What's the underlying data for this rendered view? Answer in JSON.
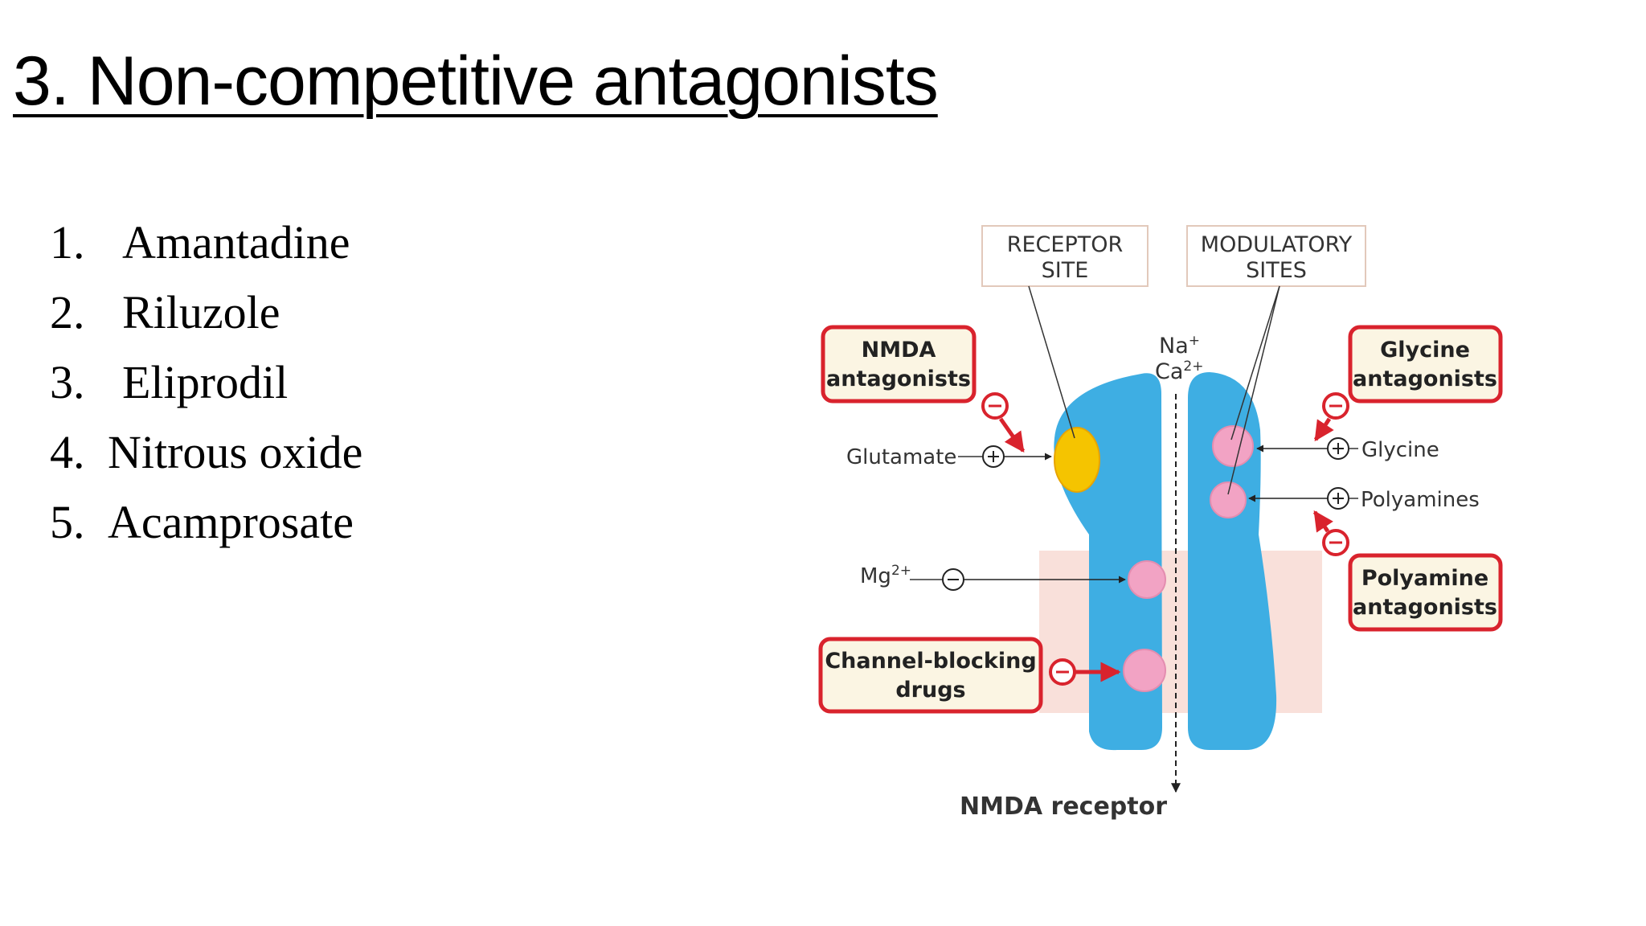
{
  "slide": {
    "title": "3. Non-competitive antagonists"
  },
  "drugs": [
    {
      "number": "1.",
      "name": "Amantadine"
    },
    {
      "number": "2.",
      "name": "Riluzole"
    },
    {
      "number": "3.",
      "name": "Eliprodil"
    },
    {
      "number": "4.",
      "name": "Nitrous oxide"
    },
    {
      "number": "5.",
      "name": "Acamprosate"
    }
  ],
  "diagram": {
    "receptor_site_label": [
      "RECEPTOR",
      "SITE"
    ],
    "modulatory_sites_label": [
      "MODULATORY",
      "SITES"
    ],
    "nmda_antagonists": [
      "NMDA",
      "antagonists"
    ],
    "glycine_antagonists": [
      "Glycine",
      "antagonists"
    ],
    "polyamine_antagonists": [
      "Polyamine",
      "antagonists"
    ],
    "channel_blocking_drugs": [
      "Channel-blocking",
      "drugs"
    ],
    "ion_na": "Na",
    "ion_na_charge": "+",
    "ion_ca": "Ca",
    "ion_ca_charge": "2+",
    "glutamate": "Glutamate",
    "glycine": "Glycine",
    "polyamines": "Polyamines",
    "mg": "Mg",
    "mg_charge": "2+",
    "receptor_caption": "NMDA receptor",
    "plus_sign": "+",
    "minus_sign": "−"
  },
  "colors": {
    "receptor_blue": "#3eaee3",
    "glutamate_site": "#f5c400",
    "modulatory_site": "#f2a3c4",
    "antagonist_red": "#d9232d",
    "label_box_fill": "#fbf5e3",
    "membrane": "#f9e0da"
  }
}
